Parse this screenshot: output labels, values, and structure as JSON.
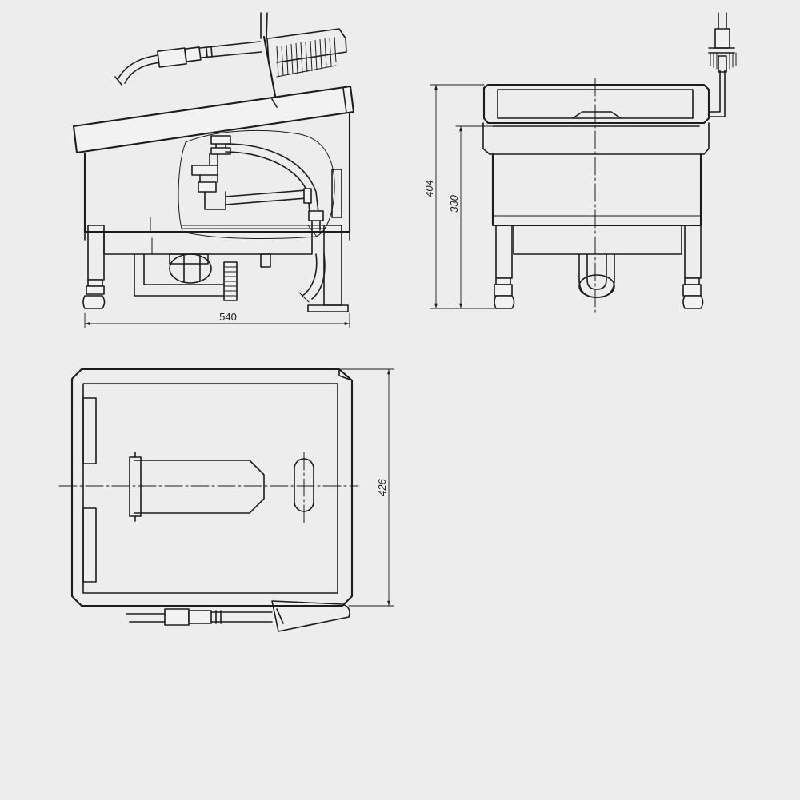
{
  "dimensions": {
    "width_front": "540",
    "height_overall": "404",
    "height_body": "330",
    "depth_top": "426"
  },
  "colors": {
    "background": "#ededed",
    "ink": "#1c1c1c"
  }
}
